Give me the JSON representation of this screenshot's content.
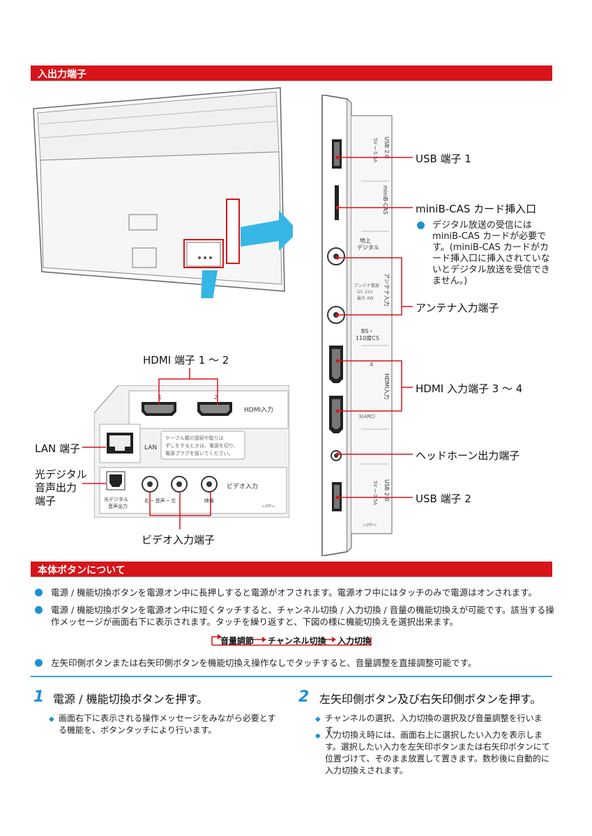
{
  "section1": {
    "title": "入出力端子"
  },
  "rear_labels": {
    "hdmi_1_2": "HDMI 端子 1 ～ 2",
    "lan": "LAN 端子",
    "optical": [
      "光デジタル",
      "音声出力",
      "端子"
    ],
    "video": "ビデオ入力端子"
  },
  "rear_panel_text": {
    "hdmi_input": "HDMI入力",
    "hdmi_port_1": "1",
    "hdmi_port_2": "2",
    "lan": "LAN",
    "caution": [
      "ケーブル類の接続や取りは",
      "ずしをするときは、電源を切り、",
      "電源プラグを抜いてください。"
    ],
    "optical": [
      "光デジタル",
      "音声出力"
    ],
    "video_input": "ビデオ入力",
    "audio_lr": "右 ─ 音声 ─ 左",
    "video_jack": "映像",
    "pp_mark": ">PP<"
  },
  "side_labels": {
    "usb1": "USB 端子 1",
    "minibcas": "miniB-CAS カード挿入口",
    "minibcas_note": "デジタル放送の受信には miniB-CAS カードが必要です。(miniB-CAS カードがカード挿入口に挿入されていないとデジタル放送を受信できません。)",
    "antenna": "アンテナ入力端子",
    "hdmi_3_4": "HDMI 入力端子 3 ～ 4",
    "headphone": "ヘッドホーン出力端子",
    "usb2": "USB 端子 2"
  },
  "side_panel_text": {
    "usb_ver": "USB 2.0",
    "usb_power": "5V ⎓ 0.5A",
    "minibcas": "miniB-CAS",
    "terrestrial": [
      "地上",
      "デジタル"
    ],
    "antenna_in": "アンテナ入力",
    "antenna_power": [
      "アンテナ電源",
      "DC 15V",
      "最大 4W"
    ],
    "bs": [
      "BS・",
      "110度CS"
    ],
    "hdmi_in": "HDMI入力",
    "hdmi_port_4": "4",
    "hdmi_port_3": "3(ARC)",
    "pp_mark": ">PP<"
  },
  "section2": {
    "title": "本体ボタンについて",
    "bullets": [
      "電源 / 機能切換ボタンを電源オン中に長押しすると電源がオフされます。電源オフ中にはタッチのみで電源はオンされます。",
      "電源 / 機能切換ボタンを電源オン中に短くタッチすると、チャンネル切換 / 入力切換 / 音量の機能切換えが可能です。該当する操作メッセージが画面右下に表示されます。タッチを繰り返すと、下図の様に機能切換えを選択出来ます。",
      "左矢印側ボタンまたは右矢印側ボタンを機能切換え操作なしでタッチすると、音量調整を直接調整可能です。"
    ],
    "flow": [
      "音量調節",
      "チャンネル切換",
      "入力切換"
    ]
  },
  "steps": [
    {
      "num": "1",
      "title": "電源 / 機能切換ボタンを押す。",
      "items": [
        "画面右下に表示される操作メッセージをみながら必要とする機能を、ボタンタッチにより行います。"
      ]
    },
    {
      "num": "2",
      "title": "左矢印側ボタン及び右矢印側ボタンを押す。",
      "items": [
        "チャンネルの選択、入力切換の選択及び音量調整を行います。",
        "入力切換え時には、画面右上に選択したい入力を表示します。選択したい入力を左矢印ボタンまたは右矢印ボタンにて位置づけて、そのまま放置して置きます。数秒後に自動的に入力切換えされます。"
      ]
    }
  ],
  "colors": {
    "accent_red": "#d7141a",
    "accent_blue": "#1c8fd4",
    "arrow_blue": "#35b6e4"
  }
}
